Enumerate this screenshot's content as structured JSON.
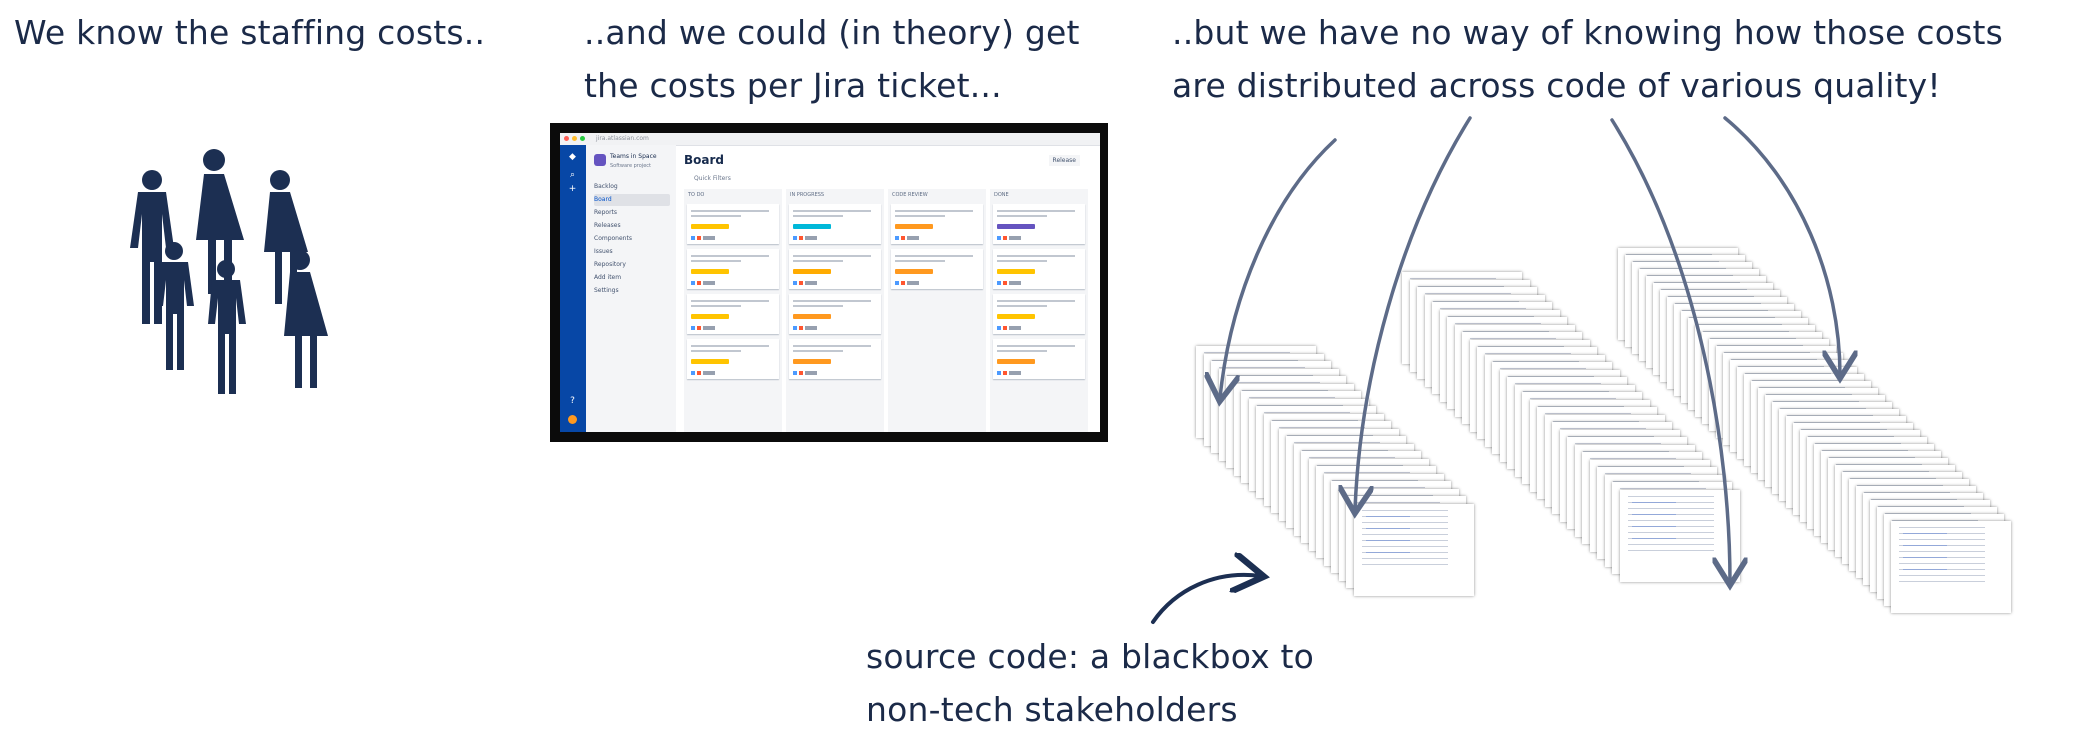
{
  "captions": {
    "staffing": "We know the staffing costs..",
    "jira": "..and we could (in theory) get\nthe costs per Jira ticket...",
    "code": "..but we have no way of knowing how those costs\nare distributed across code of various quality!",
    "source": "source code: a blackbox to\nnon-tech stakeholders"
  },
  "jira": {
    "url": "jira.atlassian.com",
    "project_name": "Teams in Space",
    "project_type": "Software project",
    "board_title": "Board",
    "release_button": "Release",
    "quick_filters": "Quick Filters",
    "nav_items": [
      "Backlog",
      "Board",
      "Reports",
      "Releases",
      "Components",
      "Issues",
      "Repository",
      "Add item",
      "Settings"
    ],
    "columns": [
      "TO DO",
      "IN PROGRESS",
      "CODE REVIEW",
      "DONE"
    ]
  },
  "colors": {
    "text": "#1b2a48",
    "people": "#1c2f52",
    "arrow": "#5d6b88",
    "jira_blue": "#0747a6"
  }
}
